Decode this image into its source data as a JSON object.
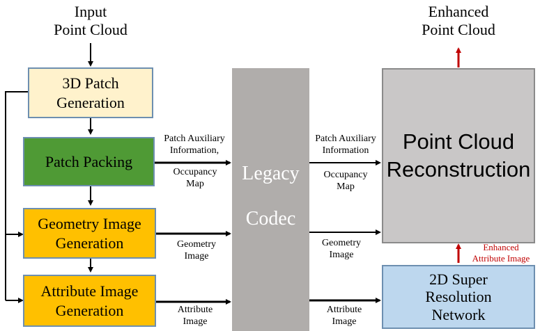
{
  "input": {
    "line1": "Input",
    "line2": "Point Cloud"
  },
  "output": {
    "line1": "Enhanced",
    "line2": "Point Cloud"
  },
  "boxes": {
    "patch_generation": {
      "line1": "3D Patch",
      "line2": "Generation"
    },
    "patch_packing": {
      "label": "Patch Packing"
    },
    "geometry_image": {
      "line1": "Geometry Image",
      "line2": "Generation"
    },
    "attribute_image": {
      "line1": "Attribute Image",
      "line2": "Generation"
    },
    "codec": {
      "line1": "Legacy",
      "line2": "Codec"
    },
    "reconstruction": {
      "line1": "Point Cloud",
      "line2": "Reconstruction"
    },
    "super_resolution": {
      "line1": "2D Super",
      "line2": "Resolution",
      "line3": "Network"
    }
  },
  "edge_labels": {
    "left_aux": {
      "line1": "Patch Auxiliary",
      "line2": "Information,"
    },
    "left_occ": {
      "line1": "Occupancy",
      "line2": "Map"
    },
    "left_geo": {
      "line1": "Geometry",
      "line2": "Image"
    },
    "left_attr": {
      "line1": "Attribute",
      "line2": "Image"
    },
    "right_aux": {
      "line1": "Patch Auxiliary",
      "line2": "Information"
    },
    "right_occ": {
      "line1": "Occupancy",
      "line2": "Map"
    },
    "right_geo": {
      "line1": "Geometry",
      "line2": "Image"
    },
    "right_attr": {
      "line1": "Attribute",
      "line2": "Image"
    },
    "enhanced_attr": {
      "line1": "Enhanced",
      "line2": "Attribute Image"
    }
  },
  "colors": {
    "patch_generation": "#fff2cc",
    "patch_packing": "#4f9a35",
    "geometry_image": "#ffc000",
    "attribute_image": "#ffc000",
    "codec": "#b0adab",
    "reconstruction": "#c9c7c7",
    "super_resolution": "#bdd7ee",
    "arrow": "#000000",
    "red_arrow": "#c00000"
  }
}
